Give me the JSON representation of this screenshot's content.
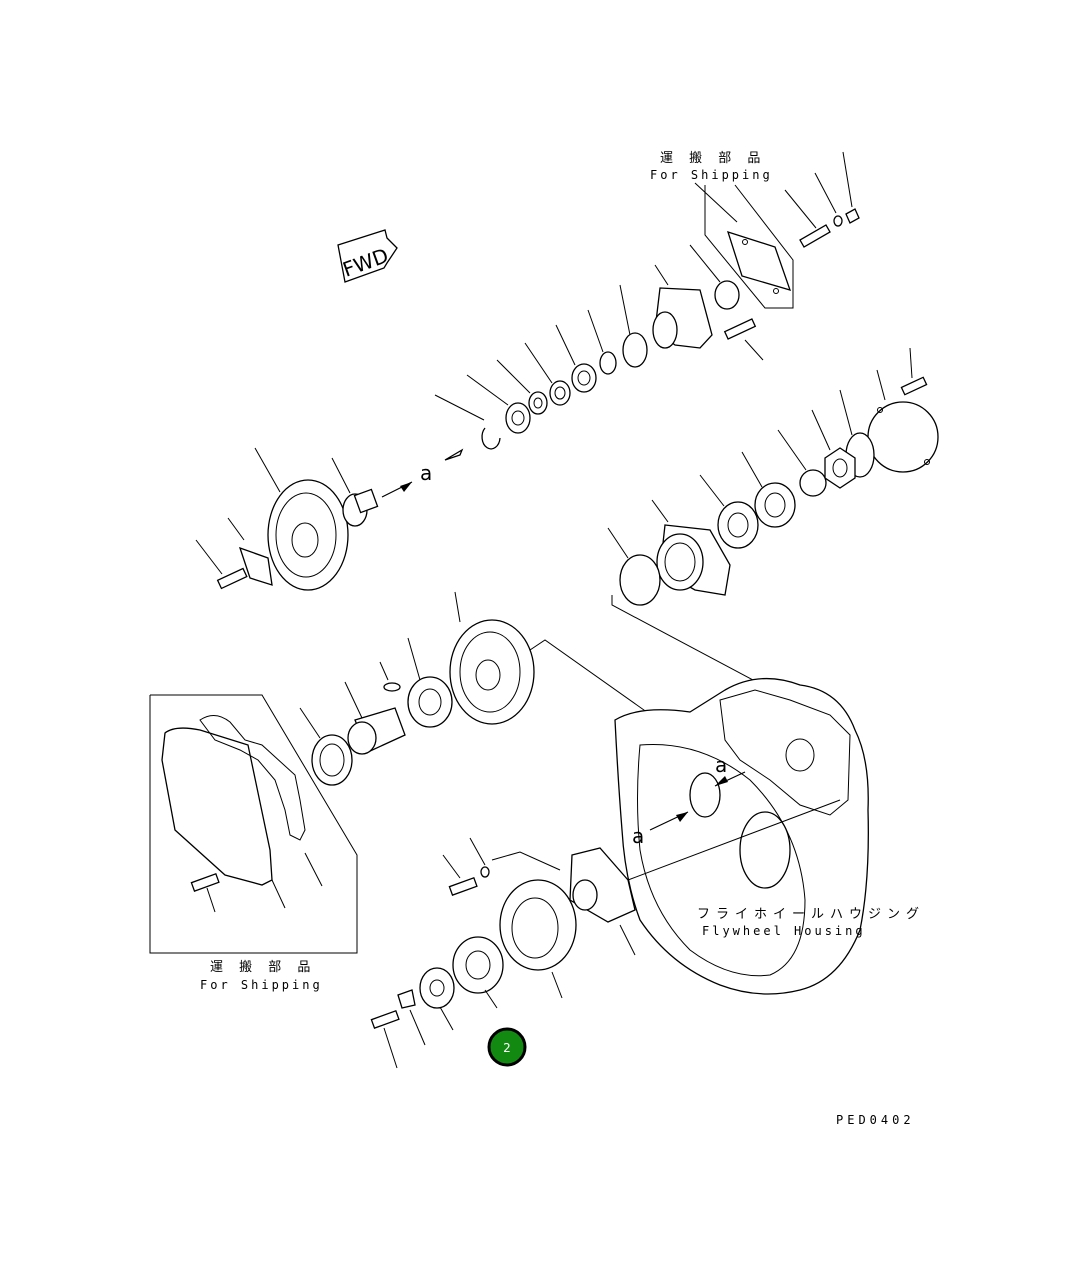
{
  "labels": {
    "shipping_top_jp": "運 搬 部 品",
    "shipping_top_en": "For Shipping",
    "shipping_left_jp": "運 搬 部 品",
    "shipping_left_en": "For Shipping",
    "housing_jp": "フライホイールハウジング",
    "housing_en": "Flywheel Housing",
    "fwd": "FWD",
    "ref_a": "a",
    "drawing_code": "PED0402"
  },
  "marker": {
    "number": "2",
    "color": "#128a12",
    "border_color": "#000000"
  }
}
